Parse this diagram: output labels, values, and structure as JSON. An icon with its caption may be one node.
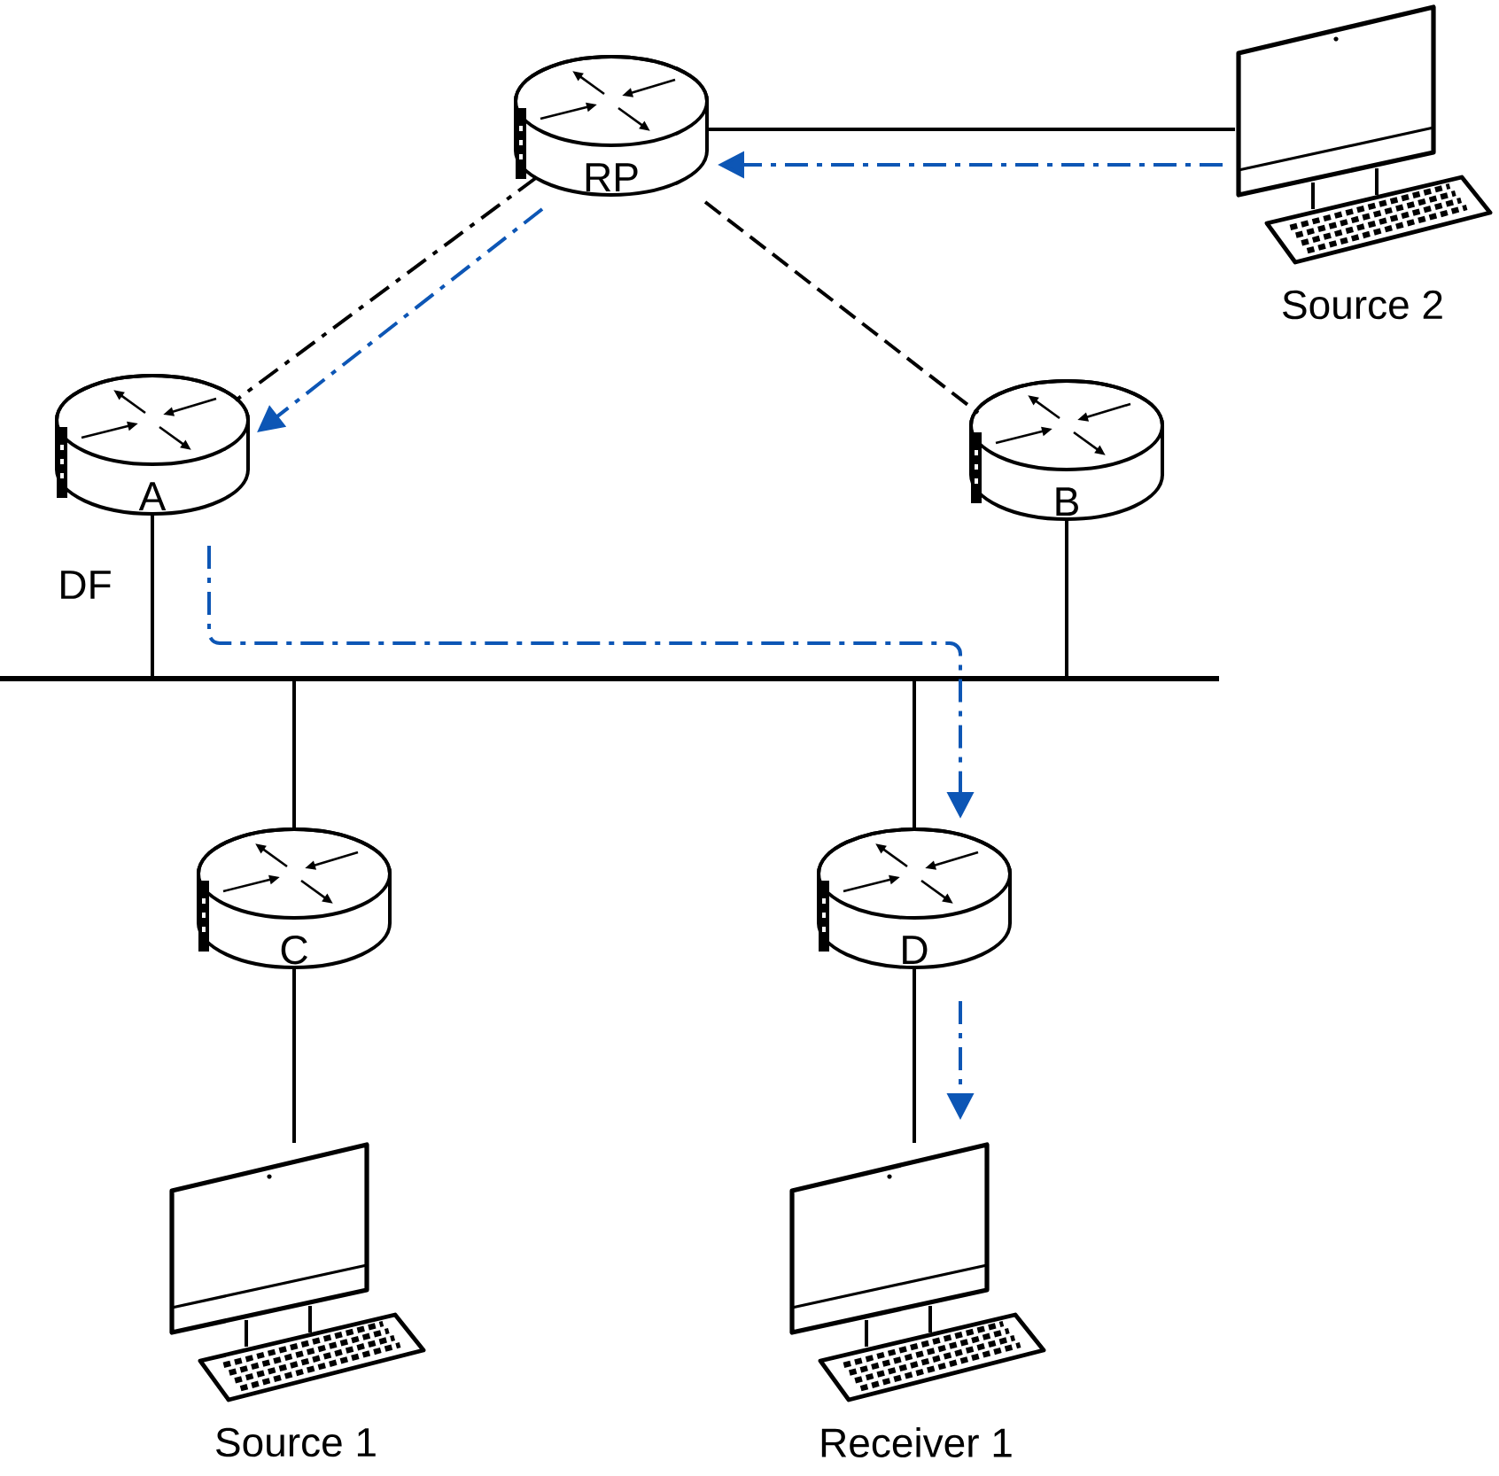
{
  "diagram": {
    "nodes": [
      {
        "text": [
          "RP"
        ]
      },
      {
        "text": [],
        "shape": "picture",
        "beside": [
          "Source 2"
        ]
      },
      {
        "text": [
          "A"
        ],
        "beside": [
          "DF"
        ]
      },
      {
        "text": [
          "B"
        ]
      },
      {
        "text": [],
        "shape": "bar"
      },
      {
        "text": [
          "C"
        ]
      },
      {
        "text": [
          "D"
        ]
      },
      {
        "text": [],
        "shape": "picture",
        "beside": [
          "Source 1"
        ]
      },
      {
        "text": [],
        "shape": "picture",
        "beside": [
          "Receiver 1"
        ]
      }
    ],
    "edges": [
      {
        "from": 0,
        "to": 1,
        "arrow": "none"
      },
      {
        "from": 1,
        "to": 0,
        "arrow": "to",
        "style": "dashed",
        "color": "#0d56b5"
      },
      {
        "from": 0,
        "to": 2,
        "arrow": "none",
        "style": "dashed"
      },
      {
        "from": 0,
        "to": 2,
        "arrow": "to",
        "style": "dashed",
        "color": "#0d56b5"
      },
      {
        "from": 0,
        "to": 3,
        "arrow": "none",
        "style": "dashed"
      },
      {
        "from": 2,
        "to": 4,
        "arrow": "none"
      },
      {
        "from": 3,
        "to": 4,
        "arrow": "none"
      },
      {
        "from": 4,
        "to": 5,
        "arrow": "none"
      },
      {
        "from": 4,
        "to": 6,
        "arrow": "none"
      },
      {
        "from": 5,
        "to": 7,
        "arrow": "none"
      },
      {
        "from": 6,
        "to": 8,
        "arrow": "none"
      },
      {
        "from": 2,
        "to": 6,
        "arrow": "to",
        "style": "dashed",
        "color": "#0d56b5"
      },
      {
        "from": 6,
        "to": 8,
        "arrow": "to",
        "style": "dashed",
        "color": "#0d56b5"
      }
    ]
  }
}
